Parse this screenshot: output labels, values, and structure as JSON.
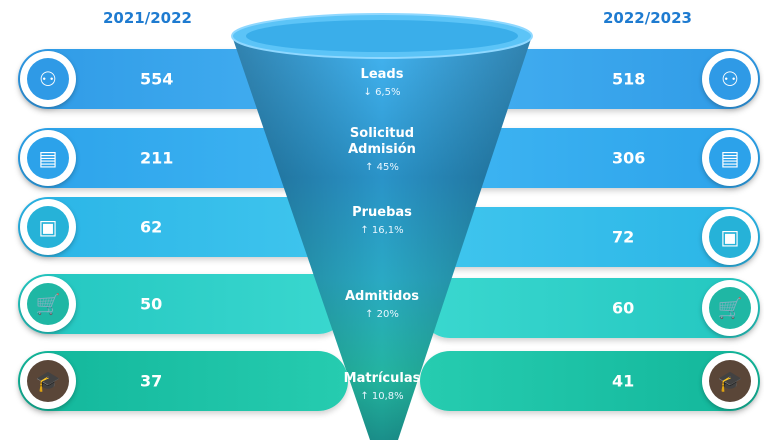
{
  "years": {
    "left": "2021/2022",
    "right": "2022/2023"
  },
  "stages": [
    {
      "title_lines": [
        "Leads"
      ],
      "change": "↓ 6,5%",
      "left_value": "554",
      "right_value": "518",
      "icon": "people-circles-icon",
      "color": "#3fa9f0"
    },
    {
      "title_lines": [
        "Solicitud",
        "Admisión"
      ],
      "change": "↑ 45%",
      "left_value": "211",
      "right_value": "306",
      "icon": "clipboard-icon",
      "color": "#39b2ef"
    },
    {
      "title_lines": [
        "Pruebas"
      ],
      "change": "↑ 16,1%",
      "left_value": "62",
      "right_value": "72",
      "icon": "exam-sheet-icon",
      "color": "#36c0e8"
    },
    {
      "title_lines": [
        "Admitidos"
      ],
      "change": "↑ 20%",
      "left_value": "50",
      "right_value": "60",
      "icon": "cart-icon",
      "color": "#2fd0c6"
    },
    {
      "title_lines": [
        "Matrículas"
      ],
      "change": "↑ 10,8%",
      "left_value": "37",
      "right_value": "41",
      "icon": "graduation-cap-icon",
      "color": "#1fc7aa"
    }
  ]
}
